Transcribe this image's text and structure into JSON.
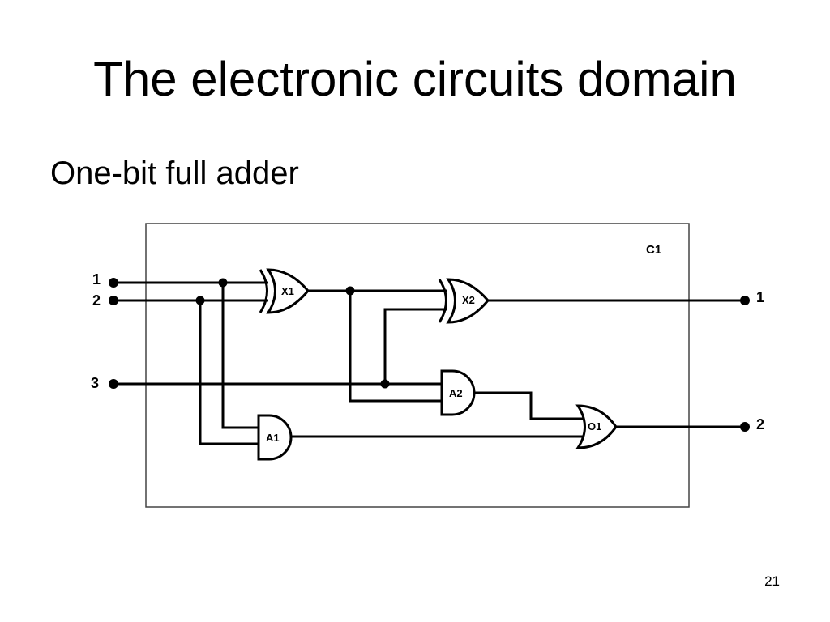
{
  "slide": {
    "title": "The electronic circuits domain",
    "bullet": "One-bit full adder",
    "page_number": "21"
  },
  "circuit": {
    "name": "C1",
    "inputs": [
      "1",
      "2",
      "3"
    ],
    "outputs": [
      "1",
      "2"
    ],
    "gates": {
      "x1": "X1",
      "x2": "X2",
      "a1": "A1",
      "a2": "A2",
      "o1": "O1"
    },
    "colors": {
      "wire": "#000000",
      "box": "#444444"
    }
  }
}
